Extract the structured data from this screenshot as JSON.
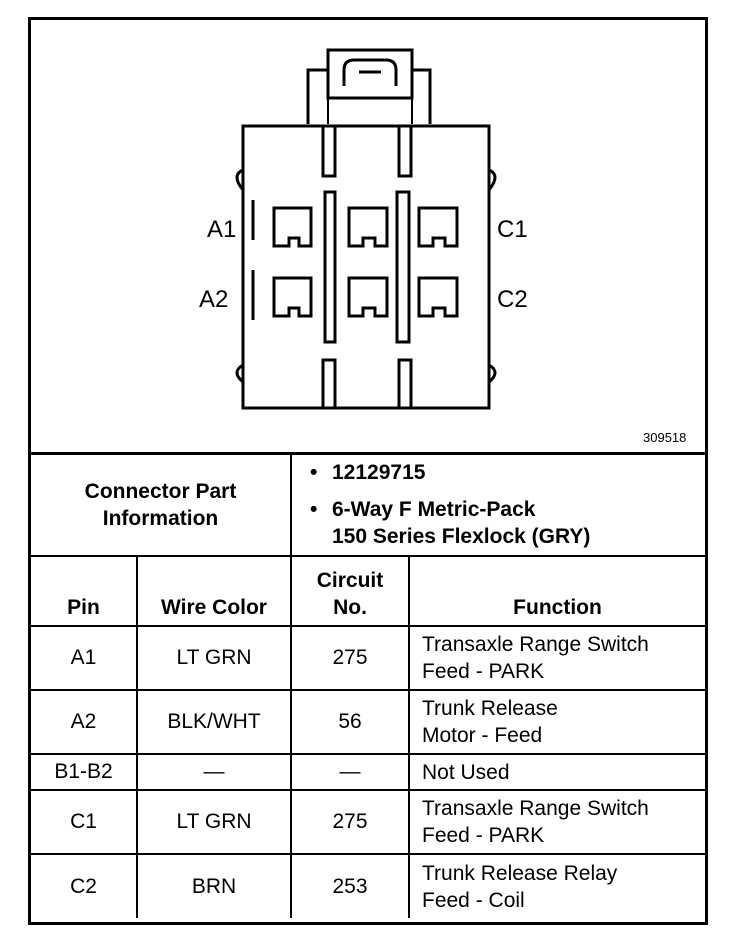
{
  "diagram": {
    "pin_labels": {
      "a1": "A1",
      "a2": "A2",
      "c1": "C1",
      "c2": "C2"
    },
    "figure_id": "309518"
  },
  "connector_info": {
    "heading_line1": "Connector Part",
    "heading_line2": "Information",
    "part_number": "12129715",
    "description_line1": "6-Way F Metric-Pack",
    "description_line2": "150 Series Flexlock (GRY)"
  },
  "table": {
    "headers": {
      "pin": "Pin",
      "wire_color": "Wire Color",
      "circuit_line1": "Circuit",
      "circuit_line2": "No.",
      "function": "Function"
    },
    "rows": [
      {
        "pin": "A1",
        "wire_color": "LT GRN",
        "circuit": "275",
        "function_line1": "Transaxle Range Switch",
        "function_line2": "Feed - PARK"
      },
      {
        "pin": "A2",
        "wire_color": "BLK/WHT",
        "circuit": "56",
        "function_line1": "Trunk Release",
        "function_line2": "Motor - Feed"
      },
      {
        "pin": "B1-B2",
        "wire_color": "—",
        "circuit": "—",
        "function_line1": "Not Used",
        "function_line2": ""
      },
      {
        "pin": "C1",
        "wire_color": "LT GRN",
        "circuit": "275",
        "function_line1": "Transaxle Range Switch",
        "function_line2": "Feed - PARK"
      },
      {
        "pin": "C2",
        "wire_color": "BRN",
        "circuit": "253",
        "function_line1": "Trunk Release Relay",
        "function_line2": "Feed - Coil"
      }
    ]
  }
}
